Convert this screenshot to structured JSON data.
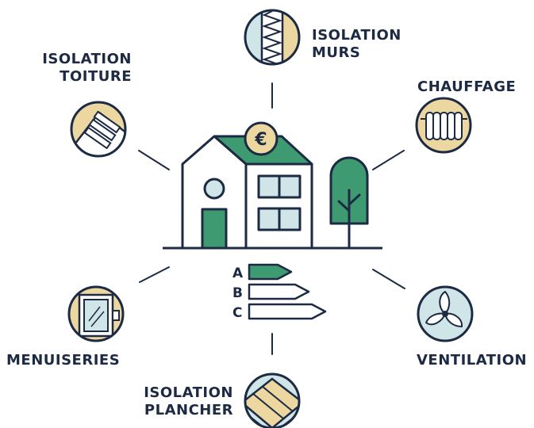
{
  "labels": {
    "isolation_murs": [
      "ISOLATION",
      "MURS"
    ],
    "isolation_toiture": [
      "ISOLATION",
      "TOITURE"
    ],
    "chauffage": [
      "CHAUFFAGE"
    ],
    "menuiseries": [
      "MENUISERIES"
    ],
    "ventilation": [
      "VENTILATION"
    ],
    "isolation_plancher": [
      "ISOLATION",
      "PLANCHER"
    ]
  },
  "energy_grades": [
    "A",
    "B",
    "C"
  ],
  "currency_symbol": "€",
  "colors": {
    "navy": "#1c2a43",
    "green": "#3d9a71",
    "sand": "#ecd7a1",
    "light_blue": "#cfe5e7"
  },
  "icons": [
    "house-icon",
    "tree-icon",
    "euro-coin-icon",
    "wall-insulation-icon",
    "roof-insulation-icon",
    "radiator-icon",
    "window-icon",
    "fan-icon",
    "floor-insulation-icon",
    "energy-label-icon"
  ]
}
